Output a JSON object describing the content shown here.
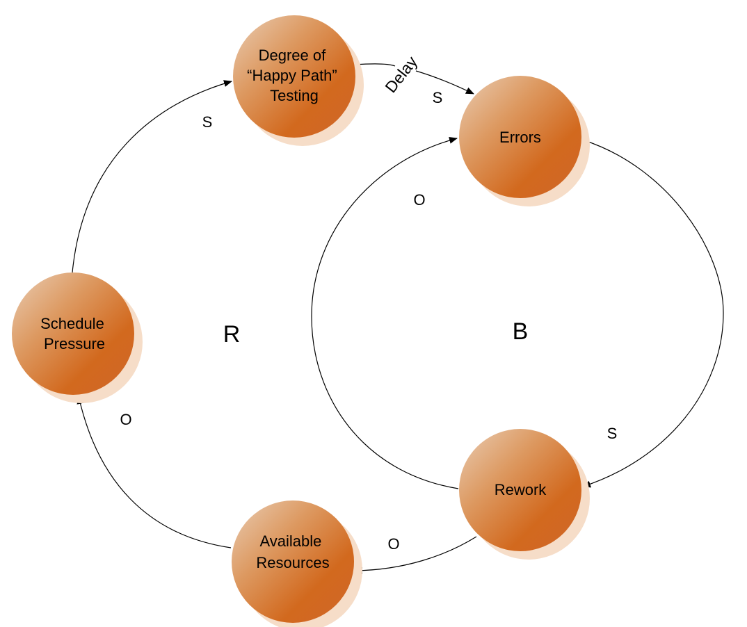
{
  "diagram": {
    "type": "causal-loop",
    "colors": {
      "node_light": "#E8C8AC",
      "node_dark": "#D2691E",
      "node_shadow": "#F6DDC8",
      "edge": "#000000"
    },
    "nodes": [
      {
        "id": "happy-path-testing",
        "lines": [
          "Degree of",
          "“Happy Path”",
          "Testing"
        ]
      },
      {
        "id": "errors",
        "lines": [
          "Errors"
        ]
      },
      {
        "id": "schedule-pressure",
        "lines": [
          "Schedule",
          "Pressure"
        ]
      },
      {
        "id": "available-resources",
        "lines": [
          "Available",
          "Resources"
        ]
      },
      {
        "id": "rework",
        "lines": [
          "Rework"
        ]
      }
    ],
    "edges": [
      {
        "from": "schedule-pressure",
        "to": "happy-path-testing",
        "polarity": "S"
      },
      {
        "from": "happy-path-testing",
        "to": "errors",
        "polarity": "S",
        "delay": "Delay"
      },
      {
        "from": "errors",
        "to": "rework",
        "polarity": "S"
      },
      {
        "from": "rework",
        "to": "errors",
        "polarity": "O"
      },
      {
        "from": "rework",
        "to": "available-resources",
        "polarity": "O"
      },
      {
        "from": "available-resources",
        "to": "schedule-pressure",
        "polarity": "O"
      }
    ],
    "loops": [
      {
        "id": "reinforcing",
        "label": "R"
      },
      {
        "id": "balancing",
        "label": "B"
      }
    ]
  }
}
